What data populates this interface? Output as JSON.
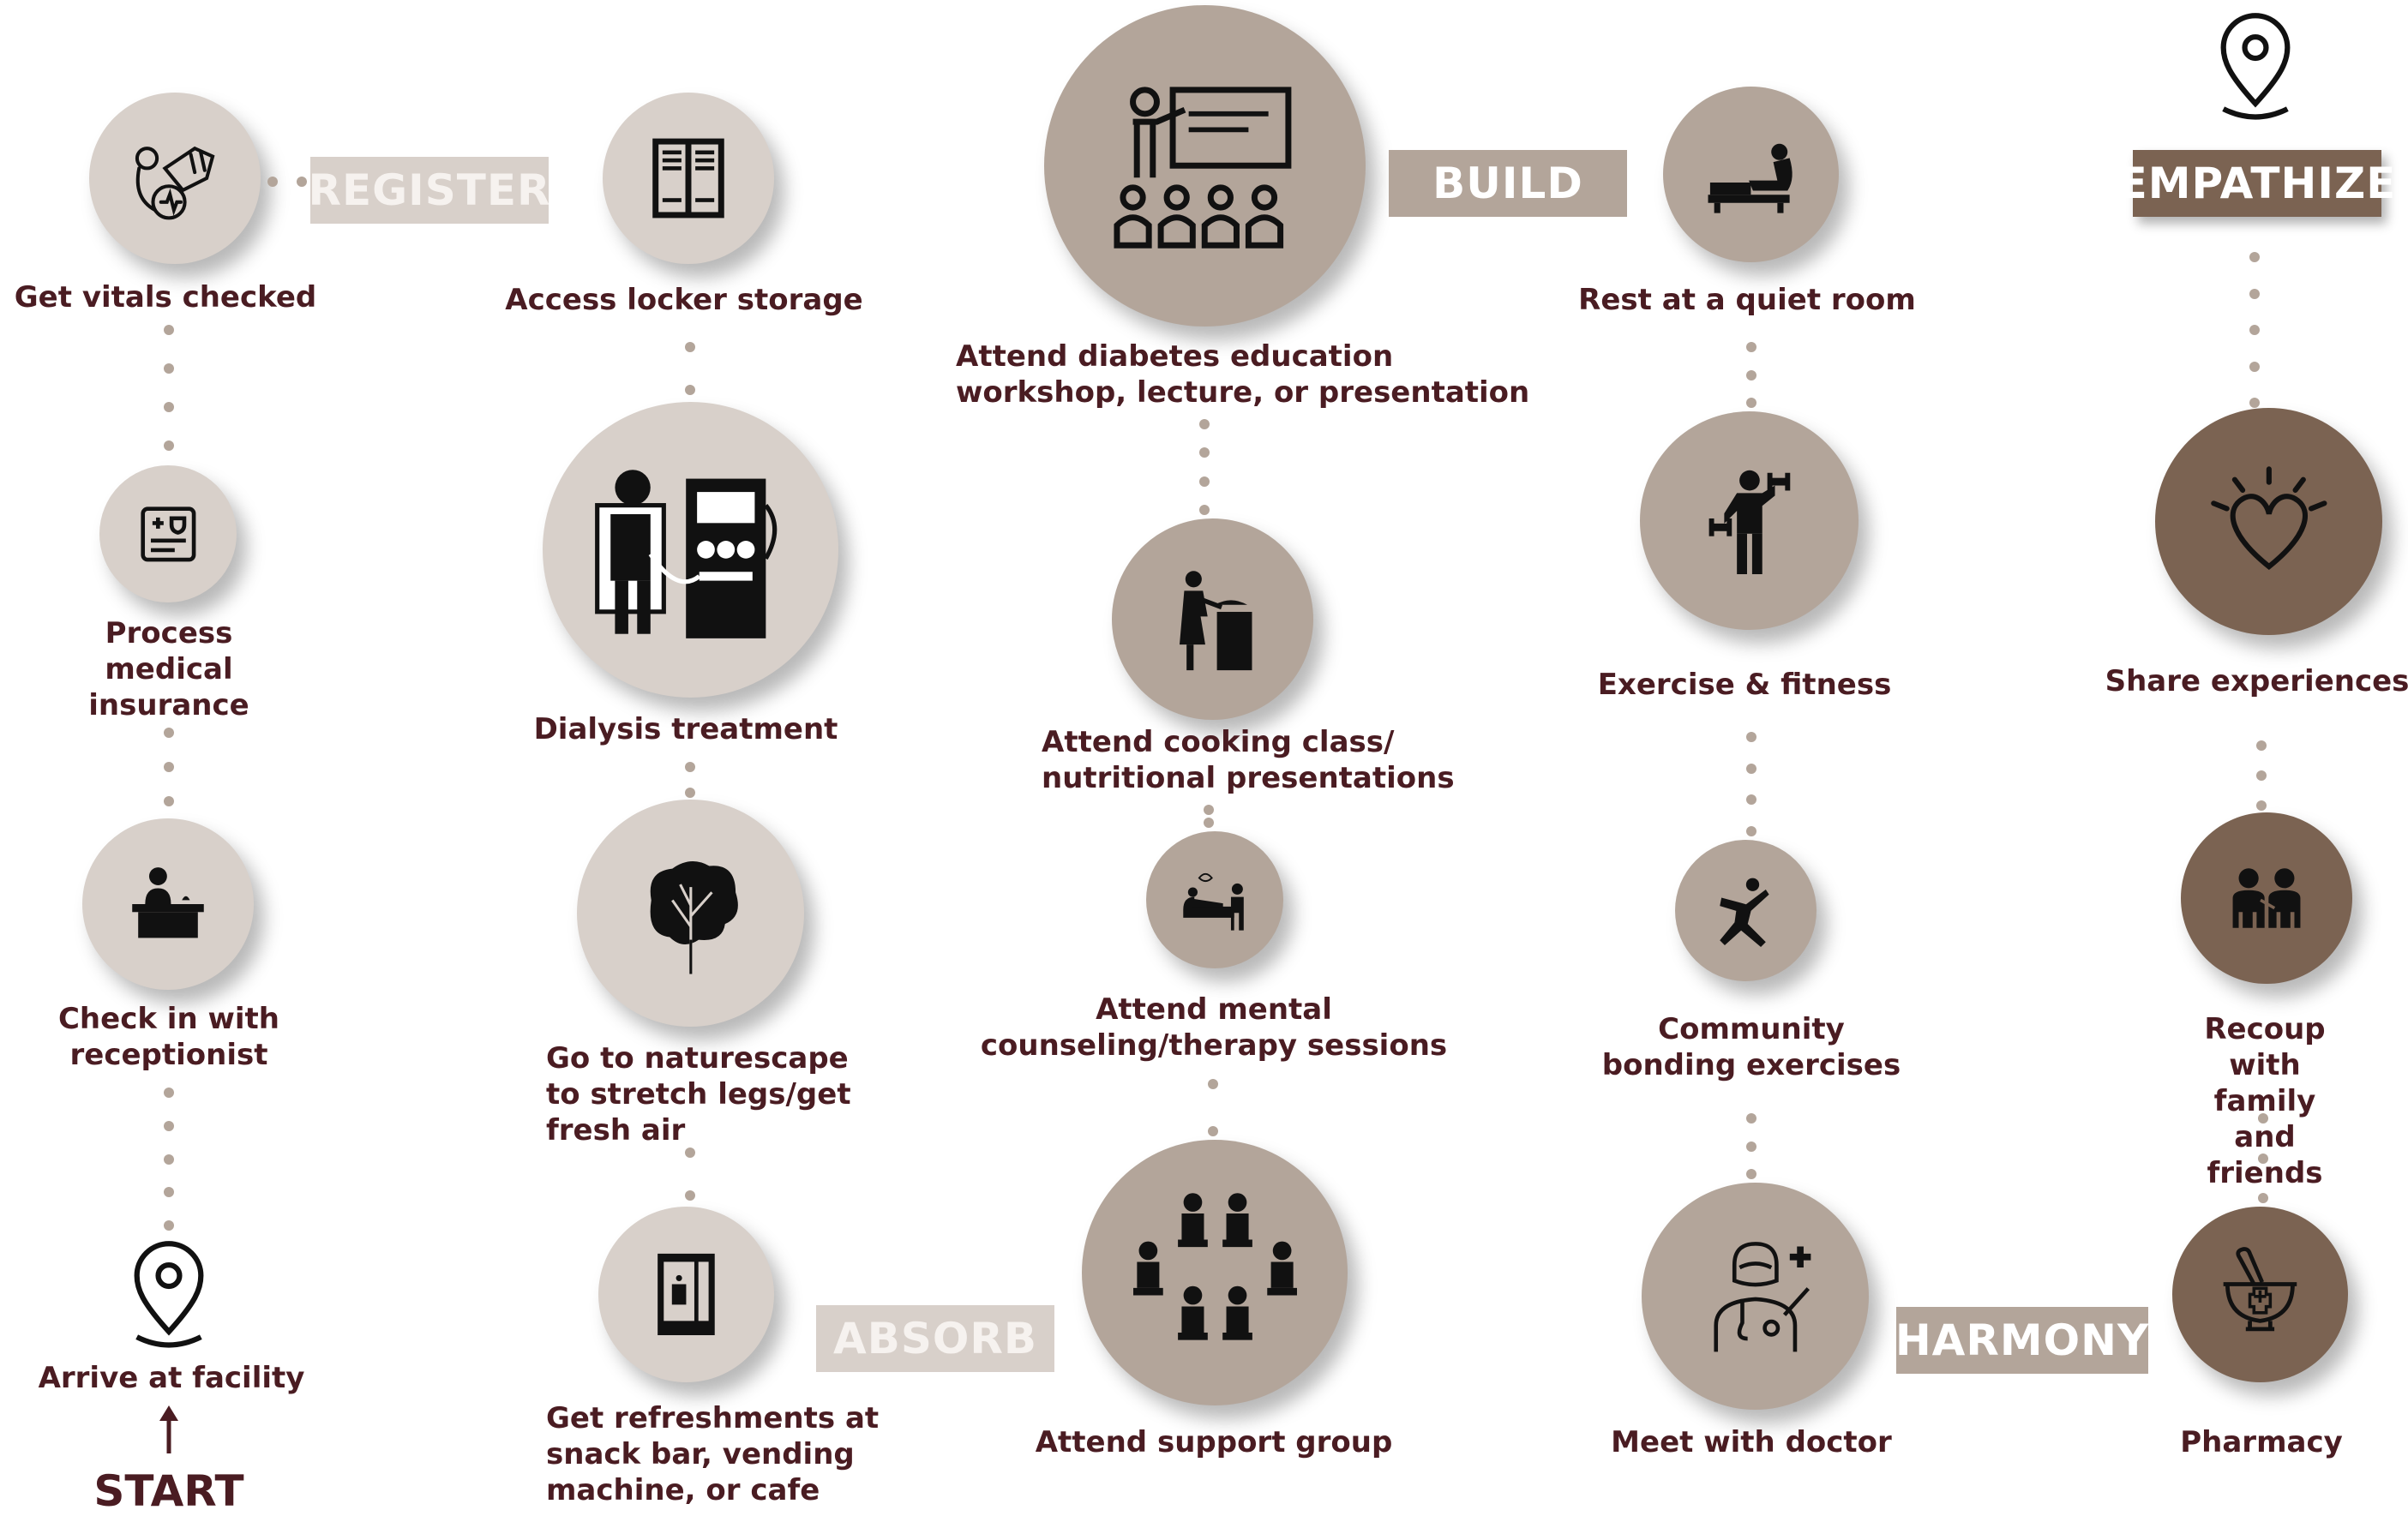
{
  "stages": {
    "register": "REGISTER",
    "absorb": "ABSORB",
    "build": "BUILD",
    "harmony": "HARMONY",
    "empathize": "EMPATHIZE"
  },
  "start": "START",
  "arrive": "Arrive at facility",
  "steps": {
    "vitals": "Get vitals checked",
    "insurance": "Process\nmedical\ninsurance",
    "checkin": "Check in with\nreceptionist",
    "locker": "Access locker storage",
    "dialysis": "Dialysis treatment",
    "nature": "Go to naturescape\nto stretch legs/get\nfresh air",
    "refresh": "Get refreshments at\nsnack bar, vending\nmachine, or cafe",
    "diabetes": "Attend diabetes education\nworkshop, lecture, or presentation",
    "cooking": "Attend cooking class/\nnutritional presentations",
    "mental": "Attend mental\ncounseling/therapy sessions",
    "support": "Attend support group",
    "rest": "Rest at a quiet room",
    "exercise": "Exercise & fitness",
    "community": "Community\nbonding exercises",
    "doctor": "Meet with doctor",
    "share": "Share experiences",
    "recoup": "Recoup with family\nand friends",
    "pharmacy": "Pharmacy"
  },
  "icons": {
    "vitals": "blood-pressure-icon",
    "insurance": "medical-card-icon",
    "checkin": "reception-desk-icon",
    "locker": "locker-icon",
    "dialysis": "dialysis-machine-icon",
    "nature": "tree-icon",
    "refresh": "vending-machine-icon",
    "diabetes": "presentation-icon",
    "cooking": "cooking-icon",
    "mental": "therapy-couch-icon",
    "support": "support-circle-icon",
    "rest": "recliner-icon",
    "exercise": "dumbbell-icon",
    "community": "jumping-person-icon",
    "doctor": "doctor-icon",
    "share": "heart-icon",
    "recoup": "family-icon",
    "pharmacy": "mortar-pestle-icon"
  },
  "colors": {
    "text": "#4a1c22",
    "light": "#d8d0ca",
    "mid": "#b3a59a",
    "dark": "#7b6352"
  }
}
